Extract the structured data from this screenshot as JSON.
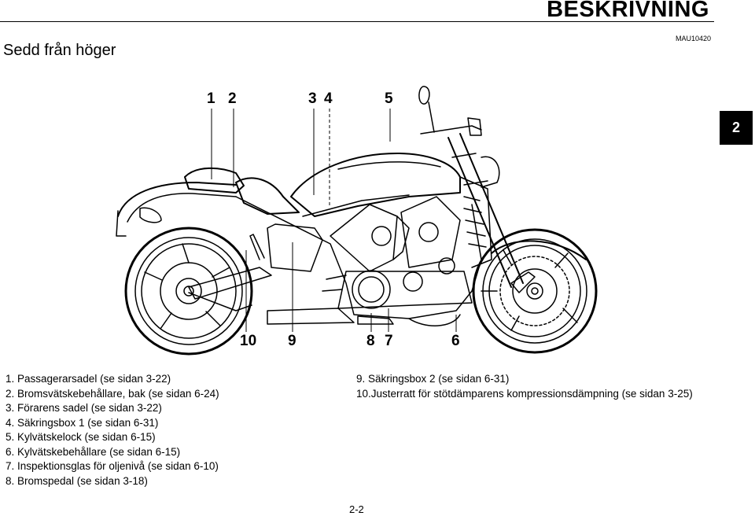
{
  "header": {
    "title": "BESKRIVNING",
    "code": "MAU10420"
  },
  "section": {
    "title": "Sedd från höger"
  },
  "chapter_tab": "2",
  "callouts": {
    "c1": "1",
    "c2": "2",
    "c3": "3",
    "c4": "4",
    "c5": "5",
    "c6": "6",
    "c7": "7",
    "c8": "8",
    "c9": "9",
    "c10": "10"
  },
  "legend_left": [
    "1. Passagerarsadel (se sidan 3-22)",
    "2. Bromsvätskebehållare, bak (se sidan 6-24)",
    "3. Förarens sadel (se sidan 3-22)",
    "4. Säkringsbox 1 (se sidan 6-31)",
    "5. Kylvätskelock (se sidan 6-15)",
    "6. Kylvätskebehållare (se sidan 6-15)",
    "7. Inspektionsglas för oljenivå (se sidan 6-10)",
    "8. Bromspedal (se sidan 3-18)"
  ],
  "legend_right": [
    "9. Säkringsbox 2 (se sidan 6-31)",
    "10.Justerratt för stötdämparens kompressionsdämpning (se sidan 3-25)"
  ],
  "page_number": "2-2"
}
